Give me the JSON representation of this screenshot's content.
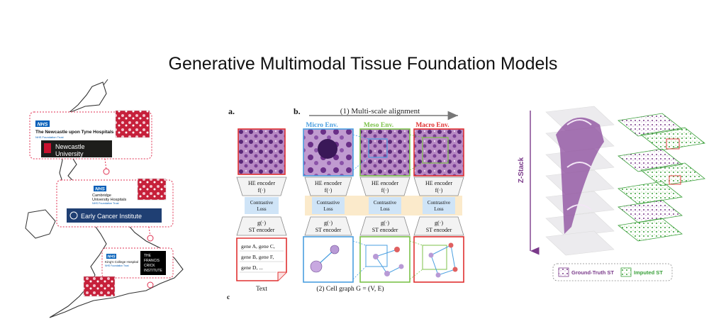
{
  "title": "Generative Multimodal Tissue Foundation Models",
  "map": {
    "newcastle": {
      "nhs": "NHS",
      "hospital": "The Newcastle upon Tyne Hospitals",
      "trust": "NHS Foundation Trust",
      "uni_line1": "Newcastle",
      "uni_line2": "University"
    },
    "cambridge": {
      "nhs": "NHS",
      "line1": "Cambridge",
      "line2": "University Hospitals",
      "trust": "NHS Foundation Trust",
      "institute": "Early Cancer Institute"
    },
    "kings": {
      "nhs": "NHS",
      "hospital": "King's College Hospital",
      "trust": "NHS Foundation Trust",
      "crick_line1": "THE",
      "crick_line2": "FRANCIS",
      "crick_line3": "CRICK",
      "crick_line4": "INSTITUTE"
    }
  },
  "diagram": {
    "label_a": "a.",
    "label_b": "b.",
    "label_c": "c",
    "multiscale": "(1) Multi-scale alignment",
    "env_micro": "Micro Env.",
    "env_meso": "Meso Env.",
    "env_macro": "Macro Env.",
    "he_encoder": "HE  encoder",
    "f_fn": "f(·)",
    "contrastive1": "Contrastive",
    "contrastive2": "Loss",
    "g_fn": "g(·)",
    "st_encoder": "ST encoder",
    "genes": [
      "gene A, gene C,",
      "gene B, gene F,",
      "gene D, ..."
    ],
    "text_label": "Text",
    "cell_graph": "(2) Cell graph G = (V, E)",
    "colors": {
      "micro": "#4a9fe0",
      "meso": "#7cc24a",
      "macro": "#e03030",
      "loss_band": "#fbeacb",
      "loss_box": "#cfe4f7"
    }
  },
  "zstack": {
    "axis_label": "Z-Stack",
    "legend_ground": "Ground-Truth ST",
    "legend_imputed": "Imputed ST",
    "colors": {
      "ground": "#7a3a8a",
      "imputed": "#3aa03a"
    }
  }
}
